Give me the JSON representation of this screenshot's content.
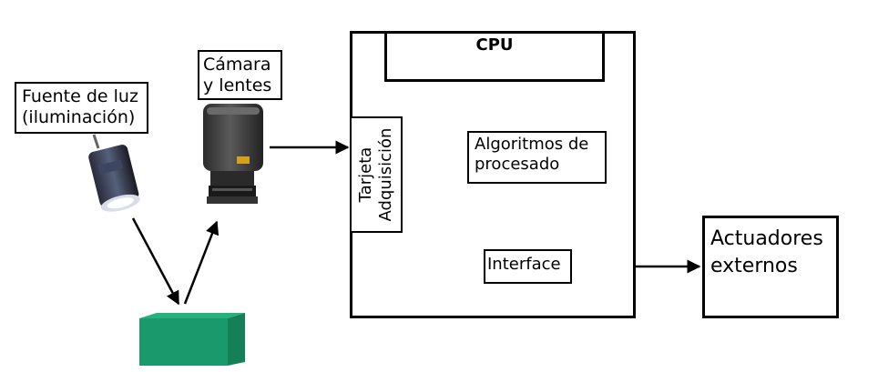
{
  "labels": {
    "light_source_line1": "Fuente de luz",
    "light_source_line2": "(iluminación)",
    "camera_line1": "Cámara",
    "camera_line2": "y lentes",
    "cpu": "CPU",
    "card_line1": "Tarjeta",
    "card_line2": "Adquisición",
    "algorithms_line1": "Algoritmos de",
    "algorithms_line2": "procesado",
    "interface": "Interface",
    "actuators_line1": "Actuadores",
    "actuators_line2": "externos"
  },
  "colors": {
    "object": "#1a9a6c",
    "object_top": "#25b27f",
    "object_side": "#157f58",
    "camera_body": "#3a3a3a",
    "lens": "#1e1e1e",
    "line": "#000000"
  }
}
